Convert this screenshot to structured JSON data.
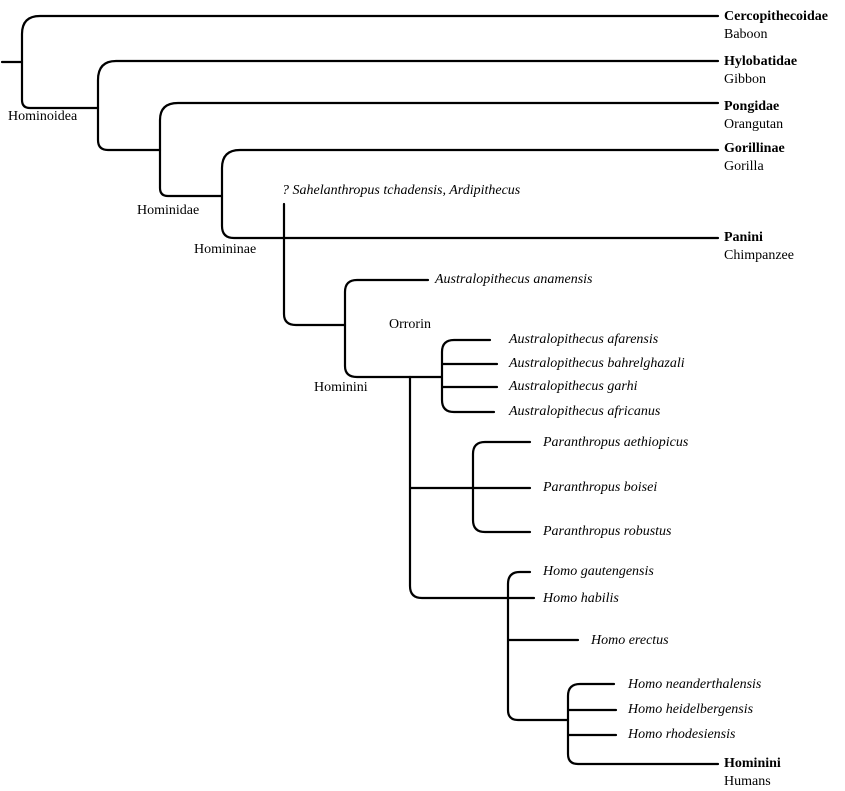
{
  "tips": {
    "cercopithecoidae": {
      "group": "Cercopithecoidae",
      "common": "Baboon"
    },
    "hylobatidae": {
      "group": "Hylobatidae",
      "common": "Gibbon"
    },
    "pongidae": {
      "group": "Pongidae",
      "common": "Orangutan"
    },
    "gorillinae": {
      "group": "Gorillinae",
      "common": "Gorilla"
    },
    "panini": {
      "group": "Panini",
      "common": "Chimpanzee"
    },
    "hominini_tip": {
      "group": "Hominini",
      "common": "Humans"
    }
  },
  "clades": {
    "hominoidea": "Hominoidea",
    "hominidae": "Hominidae",
    "homininae": "Homininae",
    "hominini": "Hominini",
    "orrorin": "Orrorin"
  },
  "fossils": {
    "sahelanthropus": "? Sahelanthropus tchadensis, Ardipithecus",
    "anamensis": "Australopithecus anamensis",
    "afarensis": "Australopithecus afarensis",
    "bahrelghazali": "Australopithecus bahrelghazali",
    "garhi": "Australopithecus garhi",
    "africanus": "Australopithecus africanus",
    "aethiopicus": "Paranthropus aethiopicus",
    "boisei": "Paranthropus boisei",
    "robustus": "Paranthropus robustus",
    "gautengensis": "Homo gautengensis",
    "habilis": "Homo habilis",
    "erectus": "Homo erectus",
    "neanderthalensis": "Homo neanderthalensis",
    "heidelbergensis": "Homo heidelbergensis",
    "rhodesiensis": "Homo rhodesiensis"
  }
}
